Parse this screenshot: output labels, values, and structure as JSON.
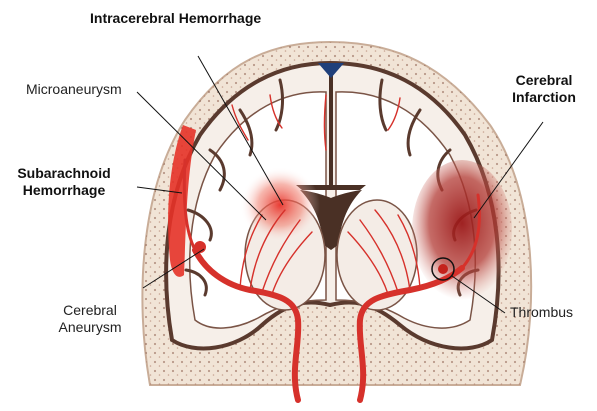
{
  "labels": {
    "intracerebral_hemorrhage": "Intracerebral Hemorrhage",
    "microaneurysm": "Microaneurysm",
    "cerebral_infarction_line1": "Cerebral",
    "cerebral_infarction_line2": "Infarction",
    "subarachnoid_line1": "Subarachnoid",
    "subarachnoid_line2": "Hemorrhage",
    "cerebral_aneurysm_line1": "Cerebral",
    "cerebral_aneurysm_line2": "Aneurysm",
    "thrombus": "Thrombus"
  },
  "colors": {
    "bone": "#f1e4d6",
    "bone_dots": "#8a5a4a",
    "brain_outline": "#5a3a2e",
    "white_matter": "#ffffff",
    "cortex": "#f7f2ee",
    "vessel": "#d6312b",
    "hemorrhage": "#e53228",
    "infarction": "#9c1c1c",
    "ventricle": "#4a3025",
    "leader_line": "#111111"
  }
}
